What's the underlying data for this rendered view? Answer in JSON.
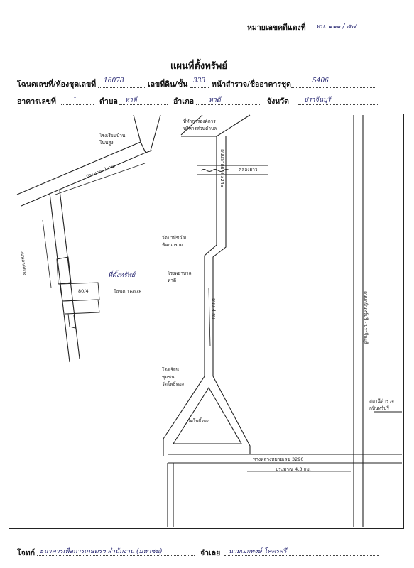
{
  "case_ref": {
    "label": "หมายเลขคดีแดงที่",
    "value": "พบ. ๑๑๑ / ๕๔"
  },
  "title": "แผนที่ตั้งทรัพย์",
  "row1": {
    "deed_label": "โฉนดเลขที่/ห้องชุดเลขที่",
    "deed_value": "16078",
    "land_label": "เลขที่ดิน/ชั้น",
    "land_value": "333",
    "survey_label": "หน้าสำรวจ/ชื่ออาคารชุด",
    "survey_value": "5406"
  },
  "row2": {
    "building_label": "อาคารเลขที่",
    "building_value": "-",
    "subdistrict_label": "ตำบล",
    "subdistrict_value": "หาดี",
    "district_label": "อำเภอ",
    "district_value": "หาดี",
    "province_label": "จังหวัด",
    "province_value": "ปราจีนบุรี"
  },
  "map": {
    "school": "โรงเรียนบ้าน\nโนนสูง",
    "office": "ที่ทำการองค์การ\nบริหารส่วนตำบล",
    "canal": "คลองยาว",
    "distance_1km": "ประมาณ 1 กม.",
    "road_left": "ถนนลาดยาง",
    "road_mid_top": "ถนนลาดยาง 3245",
    "temple_top": "วัดป่ามัชฌิม\nพัฒนาราม",
    "asset_label": "ที่ตั้งทรัพย์",
    "house_no": "80/4",
    "deed_map": "โฉนด 16078",
    "hospital": "โรงพยาบาล\nหาดี",
    "road_mid": "ถนน 4 กม.",
    "school2": "โรงเรียน\nชุมชน\nวัดโพธิ์ทอง",
    "temple_tri": "วัดโพธิ์ทอง",
    "highway_right": "ถนนกบินทร์บุรี - ปราจีนบุรี",
    "police": "สถานีตำรวจ\nกบินทร์บุรี",
    "highway_bottom": "ทางหลวงหมายเลข 3290",
    "distance_43km": "ประมาณ 4.3 กม."
  },
  "plaintiff": {
    "label": "โจทก์",
    "value": "ธนาคารเพื่อการเกษตรฯ สำนักงาน (มหาชน)",
    "defendant_label": "จำเลย",
    "defendant_value": "นายเอกพงษ์  โคตรศรี"
  }
}
